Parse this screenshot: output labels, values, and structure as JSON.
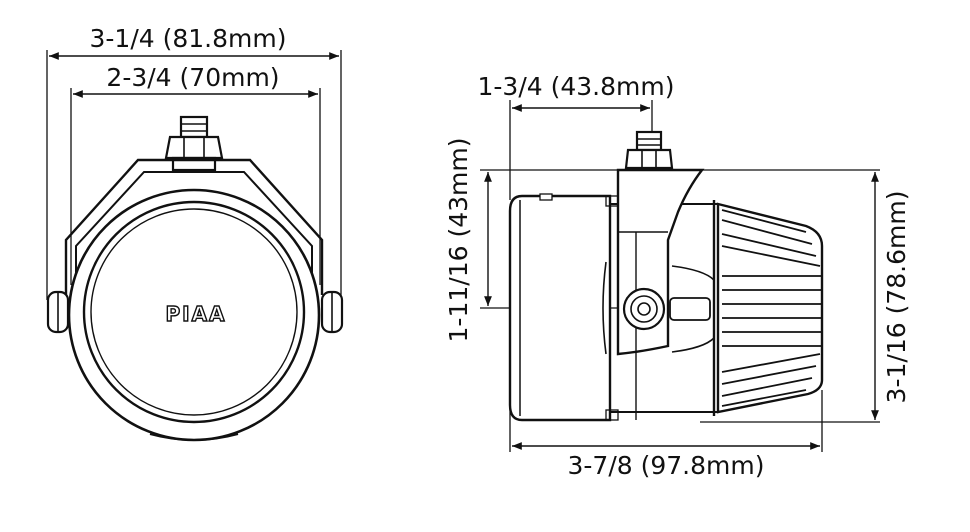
{
  "front_view": {
    "dim_overall_width": "3-1/4 (81.8mm)",
    "dim_lens_width": "2-3/4 (70mm)",
    "logo_text": "PIAA"
  },
  "side_view": {
    "dim_bracket_offset": "1-3/4 (43.8mm)",
    "dim_mount_height": "1-11/16 (43mm)",
    "dim_overall_height": "3-1/16 (78.6mm)",
    "dim_overall_depth": "3-7/8 (97.8mm)"
  },
  "colors": {
    "line": "#111111",
    "background": "#ffffff"
  }
}
